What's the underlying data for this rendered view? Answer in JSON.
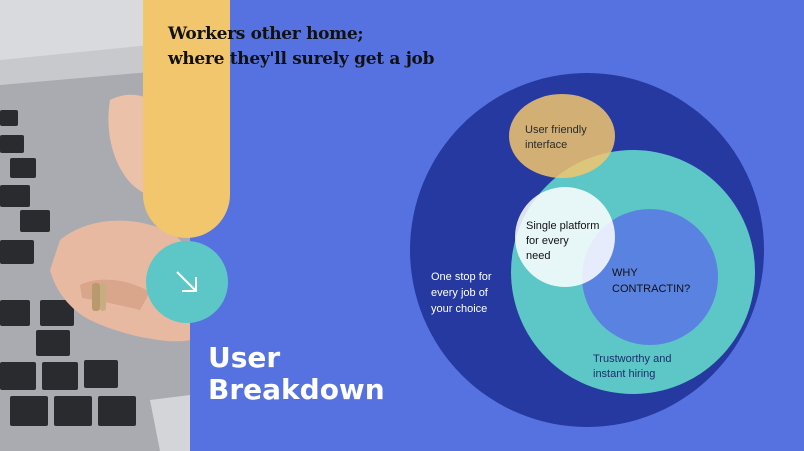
{
  "slide": {
    "headline": [
      "Workers other home;",
      "where they'll surely get a job"
    ],
    "section_title": [
      "User",
      "Breakdown"
    ],
    "colors": {
      "background_blue": "#5572e0",
      "tab_yellow": "#f1c66d",
      "teal": "#5dc6c6",
      "navy": "#2539a0",
      "white": "#ffffff"
    }
  },
  "diagram": {
    "outer_label": [
      "One stop for",
      "every job of",
      "your choice"
    ],
    "top_label": [
      "User friendly",
      "interface"
    ],
    "teal_label": [
      "Trustworthy and",
      "instant hiring"
    ],
    "white_label": [
      "Single platform",
      "for every",
      "need"
    ],
    "center_label": [
      "WHY",
      "CONTRACTIN?"
    ]
  },
  "icons": {
    "arrow": "arrow-down-right-icon"
  }
}
